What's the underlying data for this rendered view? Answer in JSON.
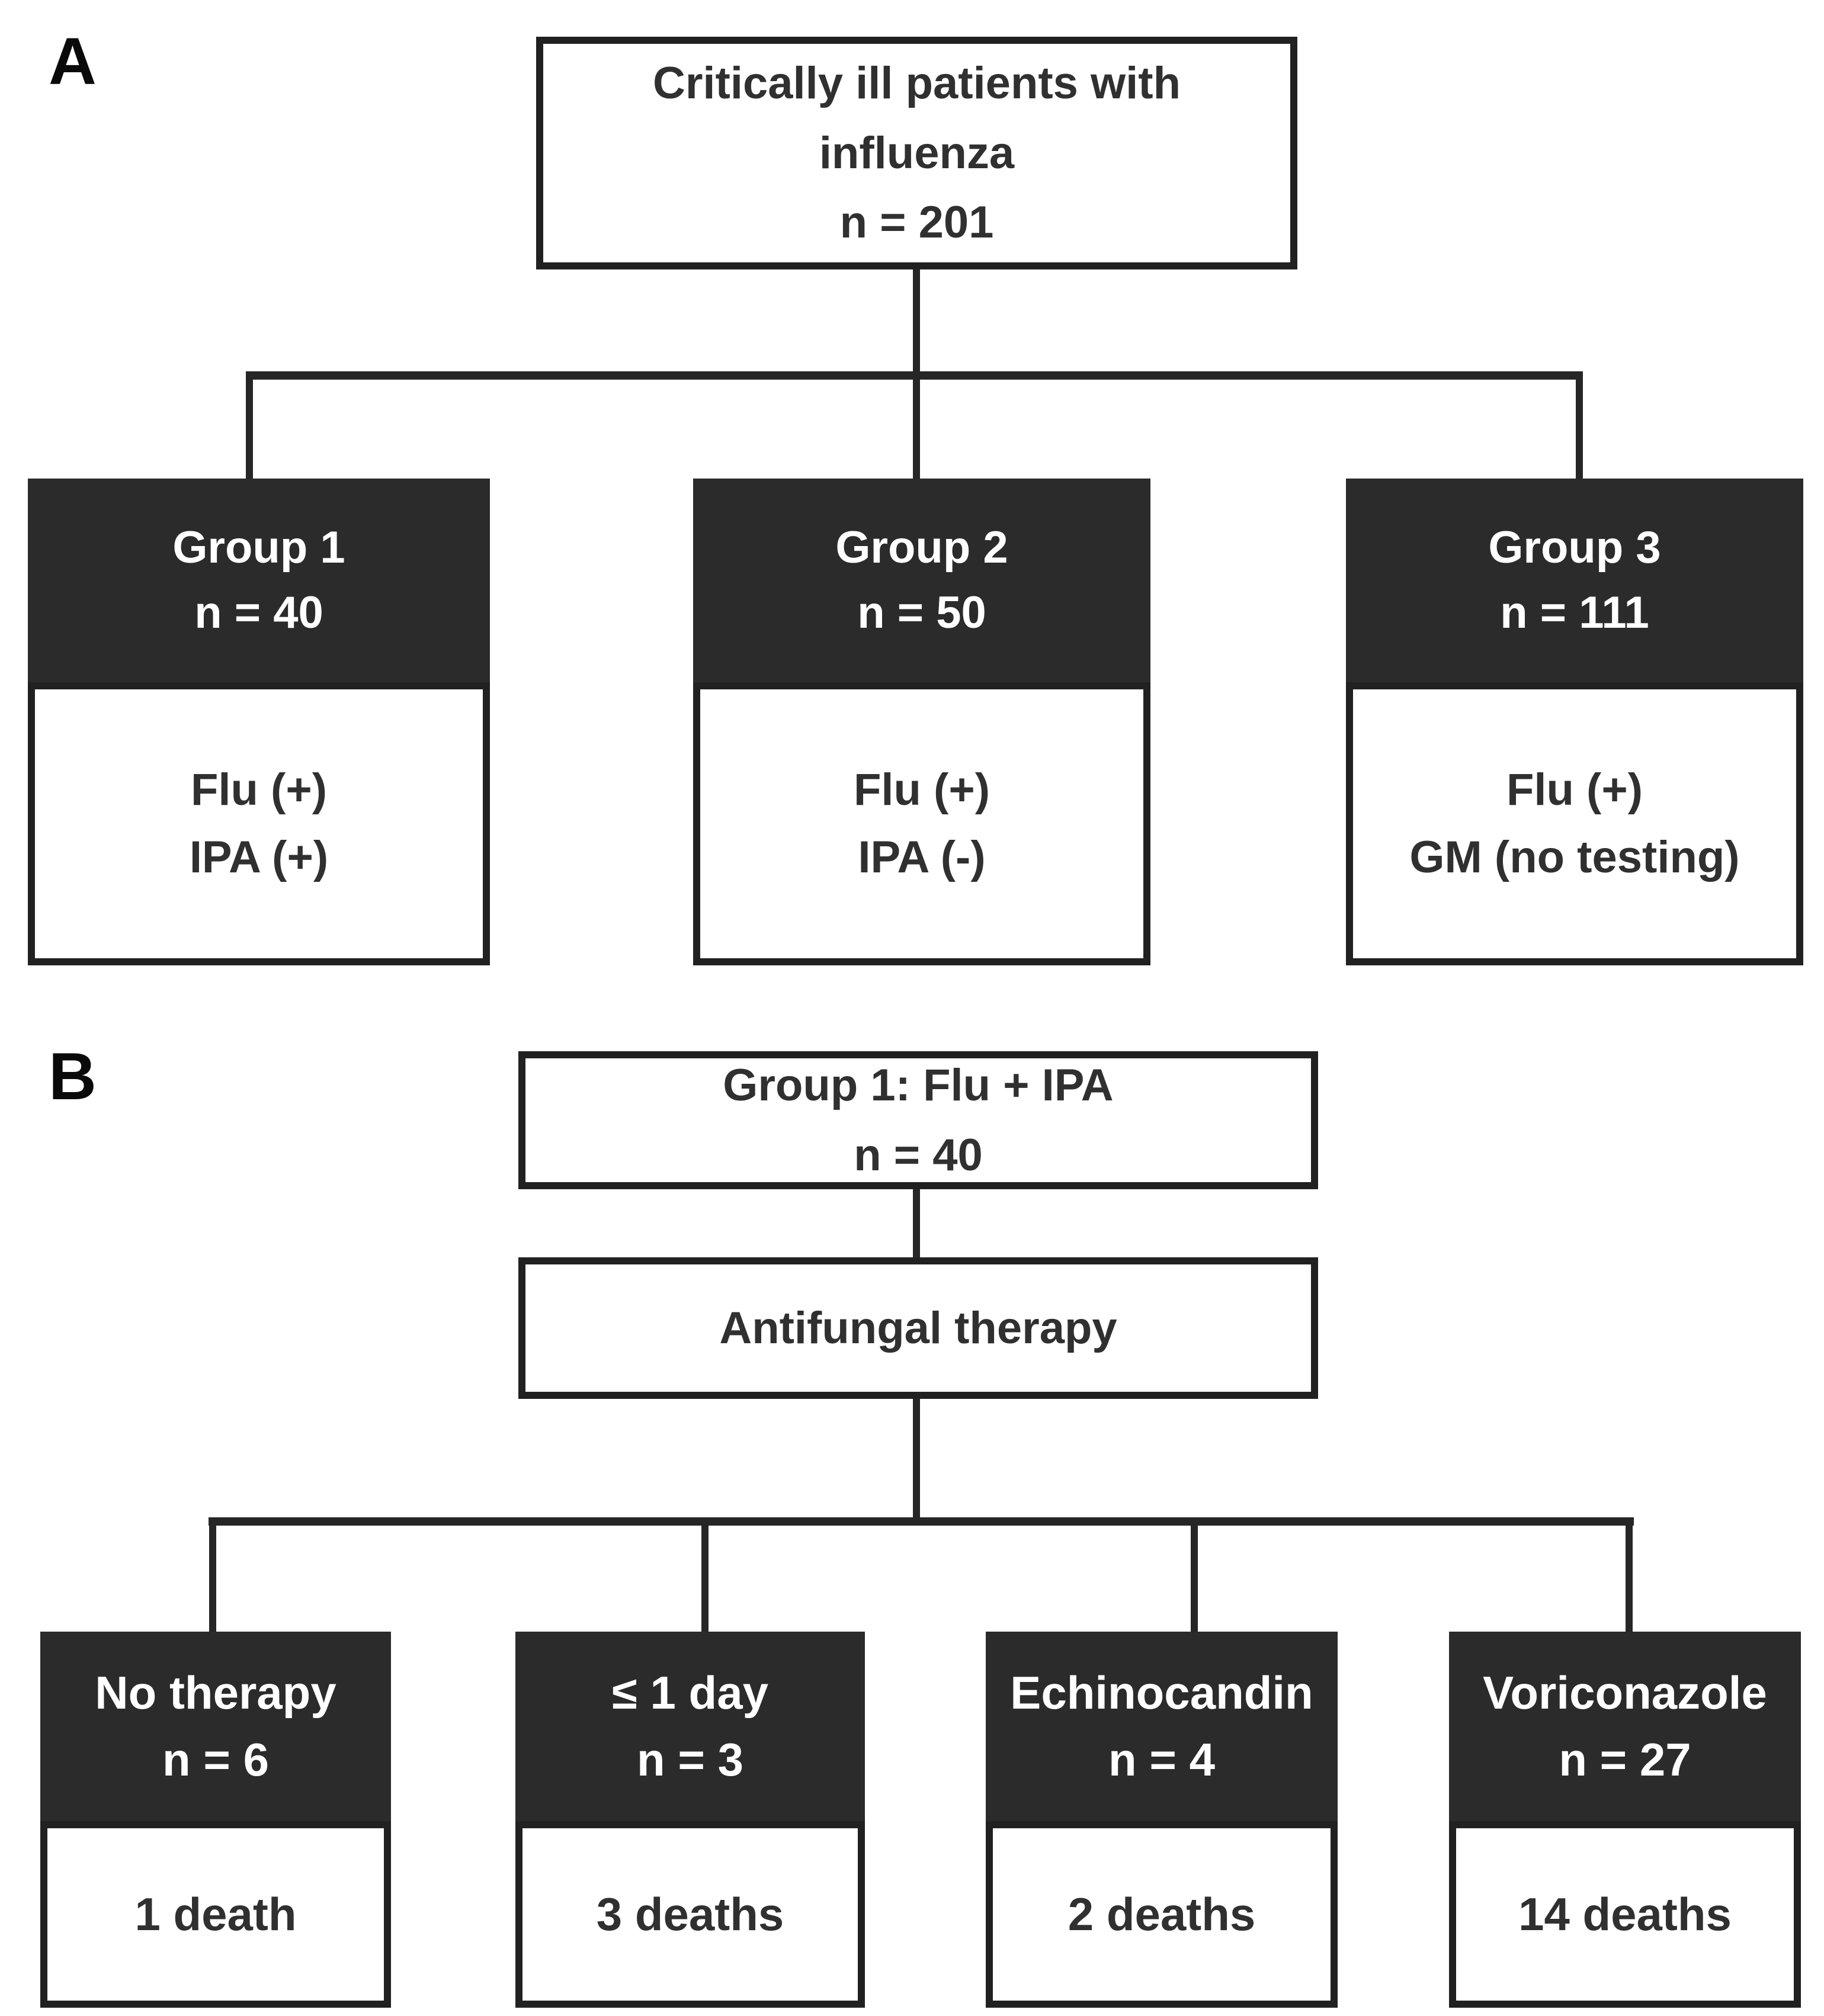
{
  "colors": {
    "header_bg": "#2b2b2b",
    "header_text": "#ffffff",
    "box_border": "#212121",
    "box_text": "#303030",
    "line_color": "#262626",
    "background": "#ffffff"
  },
  "panel_a": {
    "label": "A",
    "root": {
      "line1": "Critically ill patients with",
      "line2": "influenza",
      "line3": "n = 201"
    },
    "groups": [
      {
        "title": "Group 1",
        "n": "n = 40",
        "body1": "Flu (+)",
        "body2": "IPA (+)"
      },
      {
        "title": "Group 2",
        "n": "n = 50",
        "body1": "Flu (+)",
        "body2": "IPA (-)"
      },
      {
        "title": "Group 3",
        "n": "n = 111",
        "body1": "Flu (+)",
        "body2": "GM (no testing)"
      }
    ]
  },
  "panel_b": {
    "label": "B",
    "root": {
      "line1": "Group 1: Flu + IPA",
      "line2": "n = 40"
    },
    "therapy_box": "Antifungal therapy",
    "groups": [
      {
        "title": "No therapy",
        "n": "n = 6",
        "outcome": "1 death"
      },
      {
        "title": "≤ 1 day",
        "n": "n = 3",
        "outcome": "3 deaths"
      },
      {
        "title": "Echinocandin",
        "n": "n = 4",
        "outcome": "2 deaths"
      },
      {
        "title": "Voriconazole",
        "n": "n = 27",
        "outcome": "14 deaths"
      }
    ]
  }
}
